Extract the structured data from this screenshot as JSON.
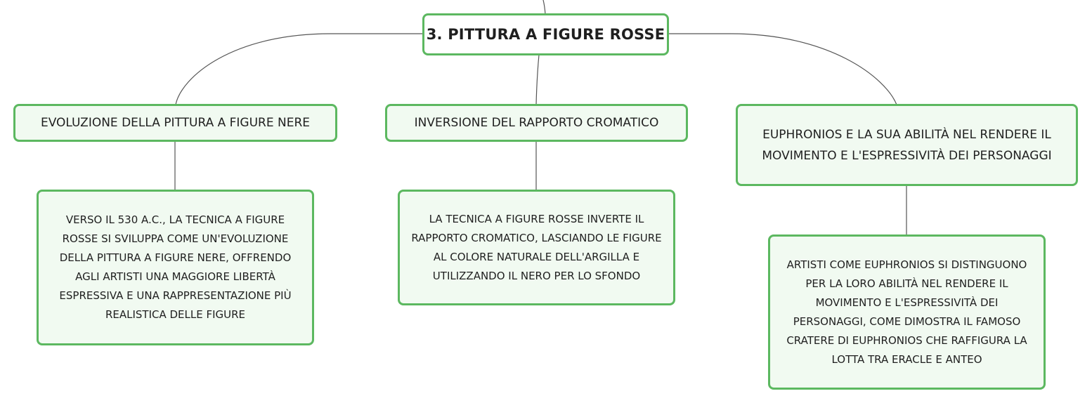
{
  "colors": {
    "node_border": "#5cb860",
    "node_fill": "#f1faf1",
    "root_fill": "#ffffff",
    "connector": "#555555"
  },
  "root": {
    "label": "3. PITTURA A FIGURE ROSSE"
  },
  "topics": [
    {
      "label": "EVOLUZIONE DELLA PITTURA A FIGURE NERE",
      "detail": "VERSO IL 530 A.C., LA TECNICA A FIGURE ROSSE SI SVILUPPA COME UN'EVOLUZIONE DELLA PITTURA A FIGURE NERE, OFFRENDO AGLI ARTISTI UNA MAGGIORE LIBERTÀ ESPRESSIVA E UNA RAPPRESENTAZIONE PIÙ REALISTICA DELLE FIGURE"
    },
    {
      "label": "INVERSIONE DEL RAPPORTO CROMATICO",
      "detail": "LA TECNICA A FIGURE ROSSE INVERTE IL RAPPORTO CROMATICO, LASCIANDO LE FIGURE AL COLORE NATURALE DELL'ARGILLA E UTILIZZANDO IL NERO PER LO SFONDO"
    },
    {
      "label": "EUPHRONIOS E LA SUA ABILITÀ NEL RENDERE IL MOVIMENTO E L'ESPRESSIVITÀ DEI PERSONAGGI",
      "detail": "ARTISTI COME EUPHRONIOS SI DISTINGUONO PER LA LORO ABILITÀ NEL RENDERE IL MOVIMENTO E L'ESPRESSIVITÀ DEI PERSONAGGI, COME DIMOSTRA IL FAMOSO CRATERE DI EUPHRONIOS CHE RAFFIGURA LA LOTTA TRA ERACLE E ANTEO"
    }
  ]
}
